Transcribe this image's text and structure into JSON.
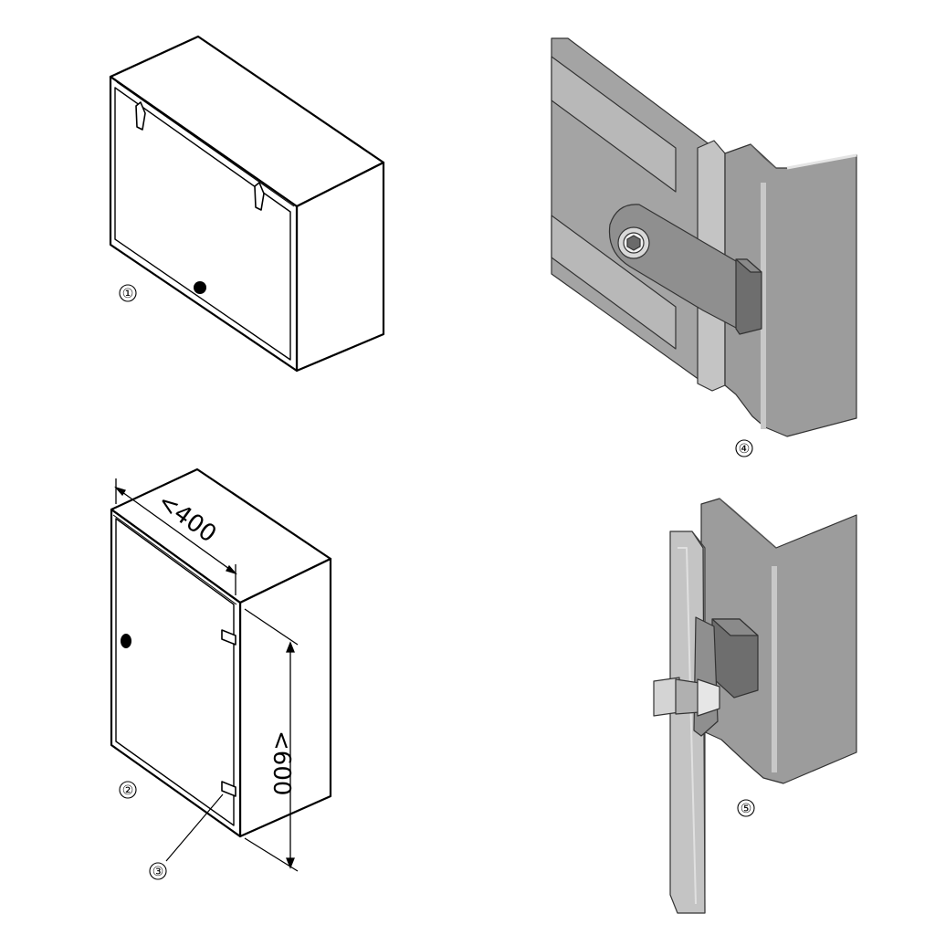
{
  "figures": [
    {
      "id": "enclosure-horizontal",
      "callout": "①"
    },
    {
      "id": "enclosure-vertical",
      "callout": "②"
    },
    {
      "id": "hinge-leader",
      "callout": "③"
    },
    {
      "id": "hinge-detail",
      "callout": "④"
    },
    {
      "id": "hinge-side-detail",
      "callout": "⑤"
    }
  ],
  "dimensions": {
    "width": "<400",
    "height": "<600"
  },
  "colors": {
    "line": "#000000",
    "metal_light": "#b5b5b5",
    "metal_mid": "#9a9a9a",
    "metal_dark": "#7d7d7d",
    "paper": "#ffffff"
  }
}
